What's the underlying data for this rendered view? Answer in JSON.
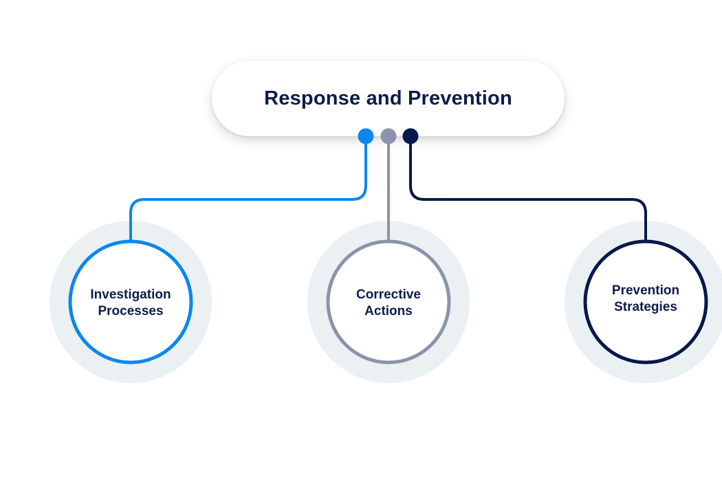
{
  "title": "Response and Prevention",
  "nodes": [
    {
      "line1": "Investigation",
      "line2": "Processes",
      "color": "#0b87ee"
    },
    {
      "line1": "Corrective",
      "line2": "Actions",
      "color": "#8a93aa"
    },
    {
      "line1": "Prevention",
      "line2": "Strategies",
      "color": "#07184a"
    }
  ],
  "colors": {
    "text": "#0d1b4b",
    "halo": "#ebf0f3",
    "background": "#ffffff"
  }
}
